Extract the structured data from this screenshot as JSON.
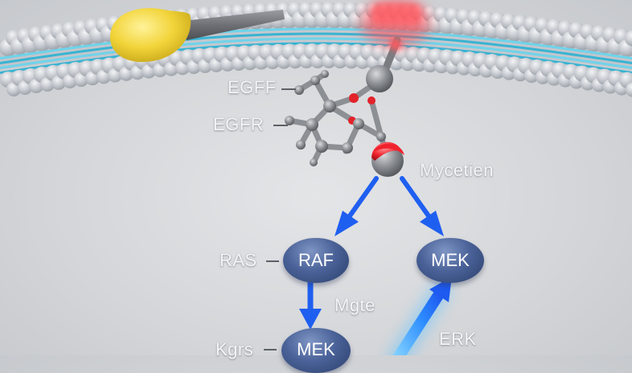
{
  "labels": {
    "egff": "EGFF",
    "egfr": "EGFR",
    "mycetien": "Mycetien",
    "ras": "RAS",
    "mgte": "Mgte",
    "kgrs": "Kgrs",
    "erk": "ERK"
  },
  "nodes": {
    "raf": "RAF",
    "mek_right": "MEK",
    "mek_bottom": "MEK"
  },
  "colors": {
    "background": "#d6d8db",
    "membrane_bead": "#c9ccd1",
    "membrane_core": "#4fc3dd",
    "receptor_yellow": "#f2d43a",
    "receptor_rod": "#6e7075",
    "highlight_red": "#ff4a52",
    "node_blue": "#4a6298",
    "arrow_blue": "#1f5ff0",
    "arrow_glow": "#39a6ff"
  }
}
